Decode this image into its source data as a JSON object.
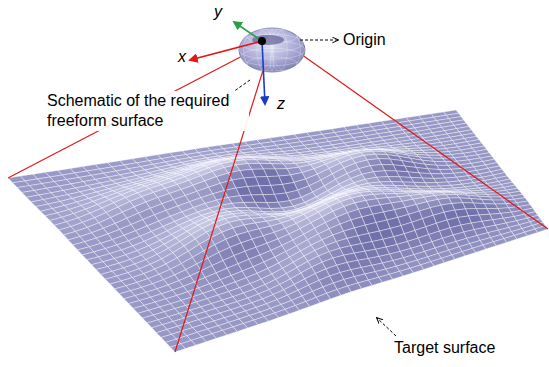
{
  "diagram": {
    "labels": [
      "y",
      "x",
      "z",
      "Origin",
      "Schematic of the required freeform surface",
      "Target surface"
    ]
  }
}
